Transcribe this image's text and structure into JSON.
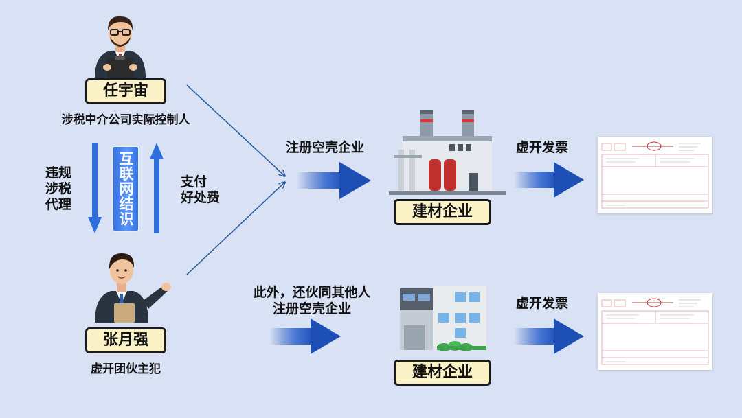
{
  "persons": [
    {
      "name": "任宇宙",
      "role": "涉税中介公司实际控制人"
    },
    {
      "name": "张月强",
      "role": "虚开团伙主犯"
    }
  ],
  "links": {
    "left_label": "违规\n涉税\n代理",
    "middle_badge": "互联网结识",
    "right_label": "支付\n好处费"
  },
  "companies": [
    {
      "label_above": "注册空壳企业",
      "box": "建材企业"
    },
    {
      "label_above": "此外，还伙同其他人\n注册空壳企业",
      "box": "建材企业"
    }
  ],
  "invoice_labels": [
    "虚开发票",
    "虚开发票"
  ],
  "colors": {
    "background": "#d9e2f5",
    "name_box": "#fbf1c7",
    "arrow_blue": "#1e4fb5",
    "line_blue": "#1f4f8a"
  }
}
